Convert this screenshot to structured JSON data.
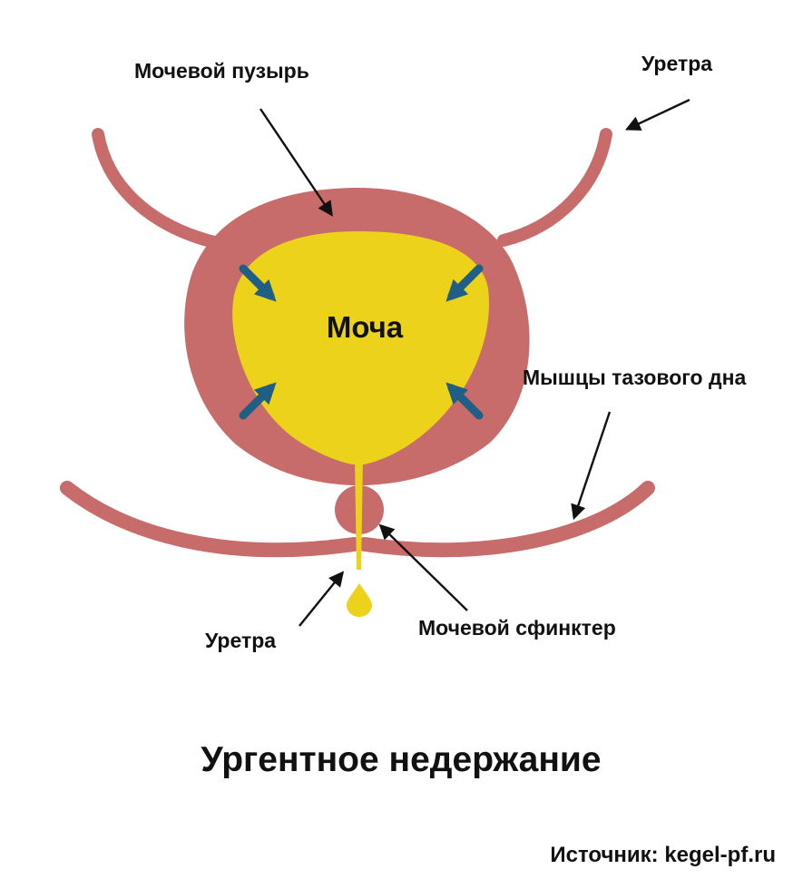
{
  "labels": {
    "bladder": "Мочевой пузырь",
    "urethra_top": "Уретра",
    "urine": "Моча",
    "pelvic_floor": "Мышцы тазового дна",
    "urethra_bottom": "Уретра",
    "sphincter": "Мочевой сфинктер"
  },
  "title": "Ургентное недержание",
  "source": "Источник: kegel-pf.ru",
  "colors": {
    "muscle": "#c86b6b",
    "urine": "#ecd21a",
    "pressure_arrow": "#1f5f86",
    "text": "#111111",
    "background": "#ffffff"
  },
  "icons": [
    "pressure-arrow-icon",
    "urine-drop-icon",
    "pointer-arrow-icon"
  ]
}
